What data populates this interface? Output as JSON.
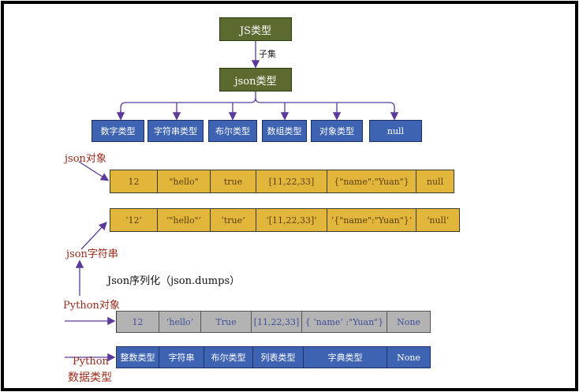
{
  "top": {
    "js_type": "JS类型",
    "subset_label": "子集",
    "json_type": "json类型"
  },
  "json_types": [
    "数字类型",
    "字符串类型",
    "布尔类型",
    "数组类型",
    "对象类型",
    "null"
  ],
  "json_object": {
    "label": "json对象",
    "cells": [
      "12",
      "\"hello\"",
      "true",
      "[11,22,33]",
      "{\"name\":\"Yuan\"}",
      "null"
    ]
  },
  "json_string": {
    "label": "json字符串",
    "cells": [
      "‘12’",
      "‘\"hello\"’",
      "‘true’",
      "‘[11,22,33]’",
      "‘{\"name\":\"Yuan\"}’",
      "‘null’"
    ]
  },
  "serialize_label": "Json序列化（json.dumps）",
  "python_object": {
    "label": "Python对象",
    "cells": [
      "12",
      "‘hello’",
      "True",
      "[11,22,33]",
      "{ ‘name’ :\"Yuan\"}",
      "None"
    ]
  },
  "python_types": {
    "label_line1": "Python",
    "label_line2": "数据类型",
    "cells": [
      "整数类型",
      "字符串",
      "布尔类型",
      "列表类型",
      "字典类型",
      "None"
    ]
  },
  "colors": {
    "green": "#5b6b2f",
    "blue": "#3f63b3",
    "gold": "#e2b53b",
    "gray": "#b3b3b3",
    "arrow": "#5b3a9a",
    "label_red": "#9a2a1a"
  }
}
